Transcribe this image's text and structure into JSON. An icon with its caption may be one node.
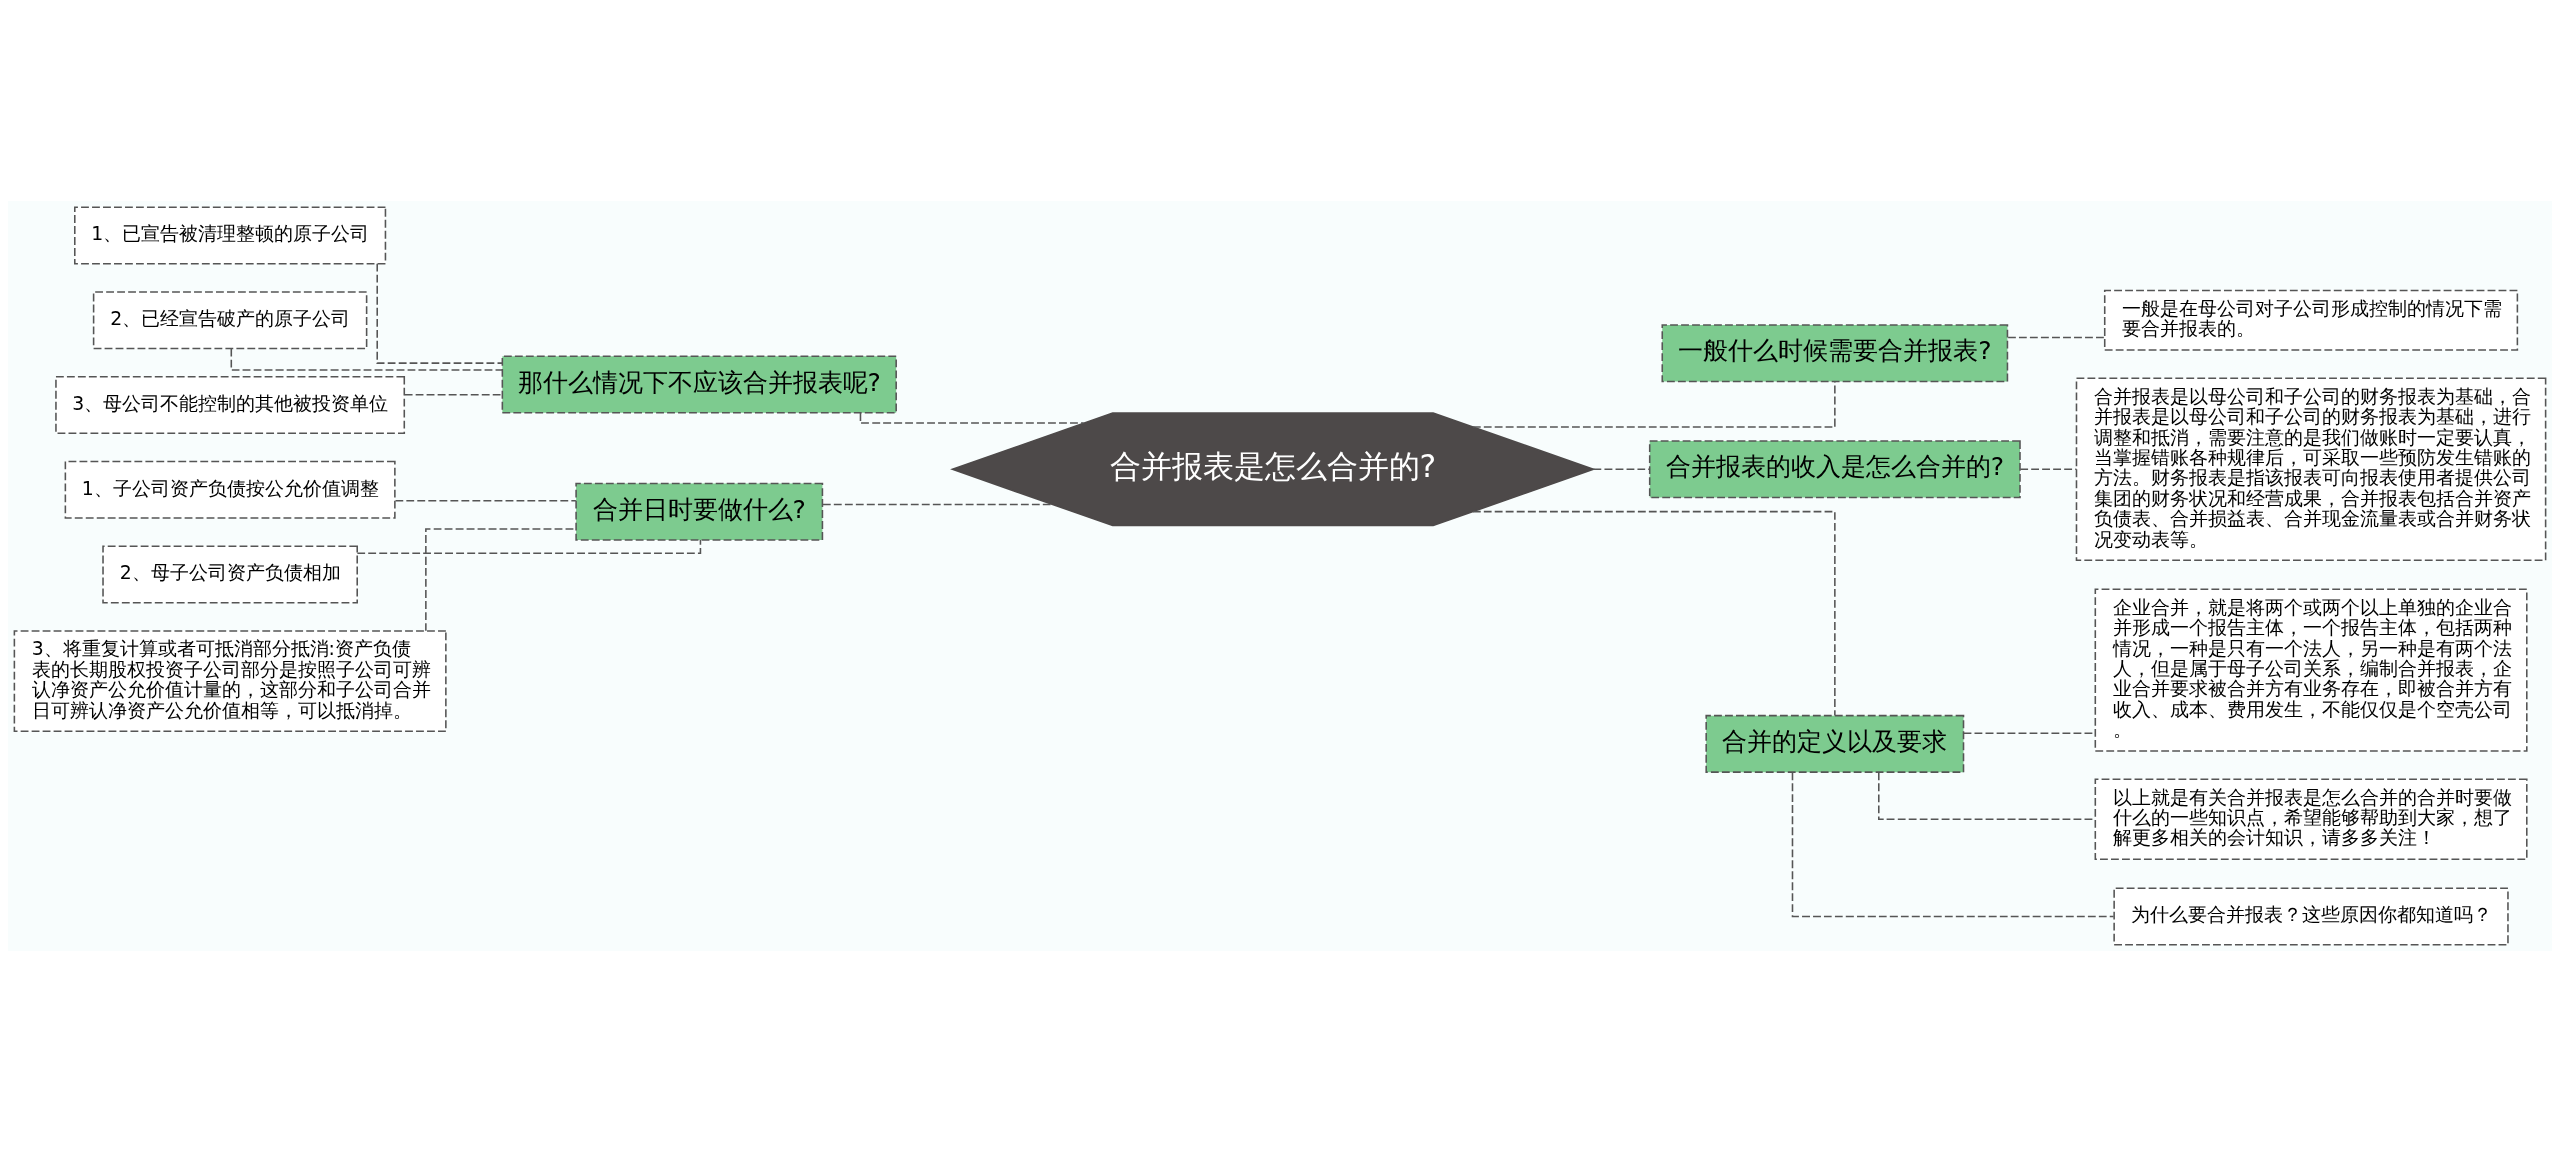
{
  "diagram": {
    "nodes": [
      {
        "text": [
          "合并报表是怎么合并的?"
        ]
      },
      {
        "text": [
          "一般什么时候需要合并报表?"
        ]
      },
      {
        "text": [
          "一般是在母公司对子公司形成控制的情况下需要合并报表的。"
        ]
      },
      {
        "text": [
          "合并报表的收入是怎么合并的?"
        ]
      },
      {
        "text": [
          "合并报表是以母公司和子公司的财务报表为基础，合并报表是以母公司和子公司的财务报表为基础，进行调整和抵消，需要注意的是我们做账时一定要认真，当掌握错账各种规律后，可采取一些预防发生错账的方法。财务报表是指该报表可向报表使用者提供公司集团的财务状况和经营成果，合并报表包括合并资产负债表、合并损益表、合并现金流量表或合并财务状况变动表等。"
        ]
      },
      {
        "text": [
          "合并的定义以及要求"
        ]
      },
      {
        "text": [
          "企业合并，就是将两个或两个以上单独的企业合并形成一个报告主体，一个报告主体，包括两种情况，一种是只有一个法人，另一种是有两个法人，但是属于母子公司关系，编制合并报表，企业合并要求被合并方有业务存在，即被合并方有收入、成本、费用发生，不能仅仅是个空壳公司。"
        ]
      },
      {
        "text": [
          "以上就是有关合并报表是怎么合并的合并时要做什么的一些知识点，希望能够帮助到大家，想了解更多相关的会计知识，请多多关注！"
        ]
      },
      {
        "text": [
          "为什么要合并报表？这些原因你都知道吗？"
        ]
      },
      {
        "text": [
          "那什么情况下不应该合并报表呢?"
        ]
      },
      {
        "text": [
          "1、已宣告被清理整顿的原子公司"
        ]
      },
      {
        "text": [
          "2、已经宣告破产的原子公司"
        ]
      },
      {
        "text": [
          "3、母公司不能控制的其他被投资单位"
        ]
      },
      {
        "text": [
          "合并日时要做什么?"
        ]
      },
      {
        "text": [
          "1、子公司资产负债按公允价值调整"
        ]
      },
      {
        "text": [
          "2、母子公司资产负债相加"
        ]
      },
      {
        "text": [
          "3、将重复计算或者可抵消部分抵消:资产负债表的长期股权投资子公司部分是按照子公司可辨认净资产公允价值计量的，这部分和子公司合并日可辨认净资产公允价值相等，可以抵消掉。"
        ]
      }
    ],
    "edges": [
      {
        "from": 0,
        "to": 1,
        "arrow": "none",
        "style": "dashed"
      },
      {
        "from": 1,
        "to": 2,
        "arrow": "none",
        "style": "dashed"
      },
      {
        "from": 0,
        "to": 3,
        "arrow": "none",
        "style": "dashed"
      },
      {
        "from": 3,
        "to": 4,
        "arrow": "none",
        "style": "dashed"
      },
      {
        "from": 0,
        "to": 5,
        "arrow": "none",
        "style": "dashed"
      },
      {
        "from": 5,
        "to": 6,
        "arrow": "none",
        "style": "dashed"
      },
      {
        "from": 5,
        "to": 7,
        "arrow": "none",
        "style": "dashed"
      },
      {
        "from": 5,
        "to": 8,
        "arrow": "none",
        "style": "dashed"
      },
      {
        "from": 0,
        "to": 9,
        "arrow": "none",
        "style": "dashed"
      },
      {
        "from": 9,
        "to": 10,
        "arrow": "none",
        "style": "dashed"
      },
      {
        "from": 9,
        "to": 11,
        "arrow": "none",
        "style": "dashed"
      },
      {
        "from": 9,
        "to": 12,
        "arrow": "none",
        "style": "dashed"
      },
      {
        "from": 0,
        "to": 13,
        "arrow": "none",
        "style": "dashed"
      },
      {
        "from": 13,
        "to": 14,
        "arrow": "none",
        "style": "dashed"
      },
      {
        "from": 13,
        "to": 15,
        "arrow": "none",
        "style": "dashed"
      },
      {
        "from": 13,
        "to": 16,
        "arrow": "none",
        "style": "dashed"
      }
    ]
  }
}
